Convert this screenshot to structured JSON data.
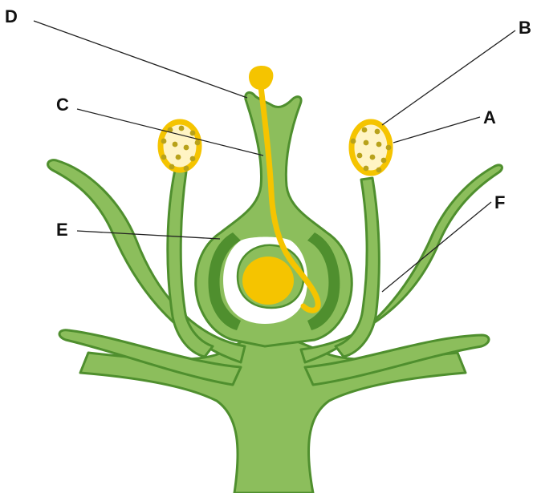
{
  "labels": {
    "a": "A",
    "b": "B",
    "c": "C",
    "d": "D",
    "e": "E",
    "f": "F"
  },
  "colors": {
    "plant_light": "#8cbe5c",
    "plant_dark": "#4f8f2e",
    "pollen_yellow": "#f5c400",
    "pollen_grain": "#b8a21a",
    "anther_inner": "#fff4c4",
    "line": "#222222"
  }
}
